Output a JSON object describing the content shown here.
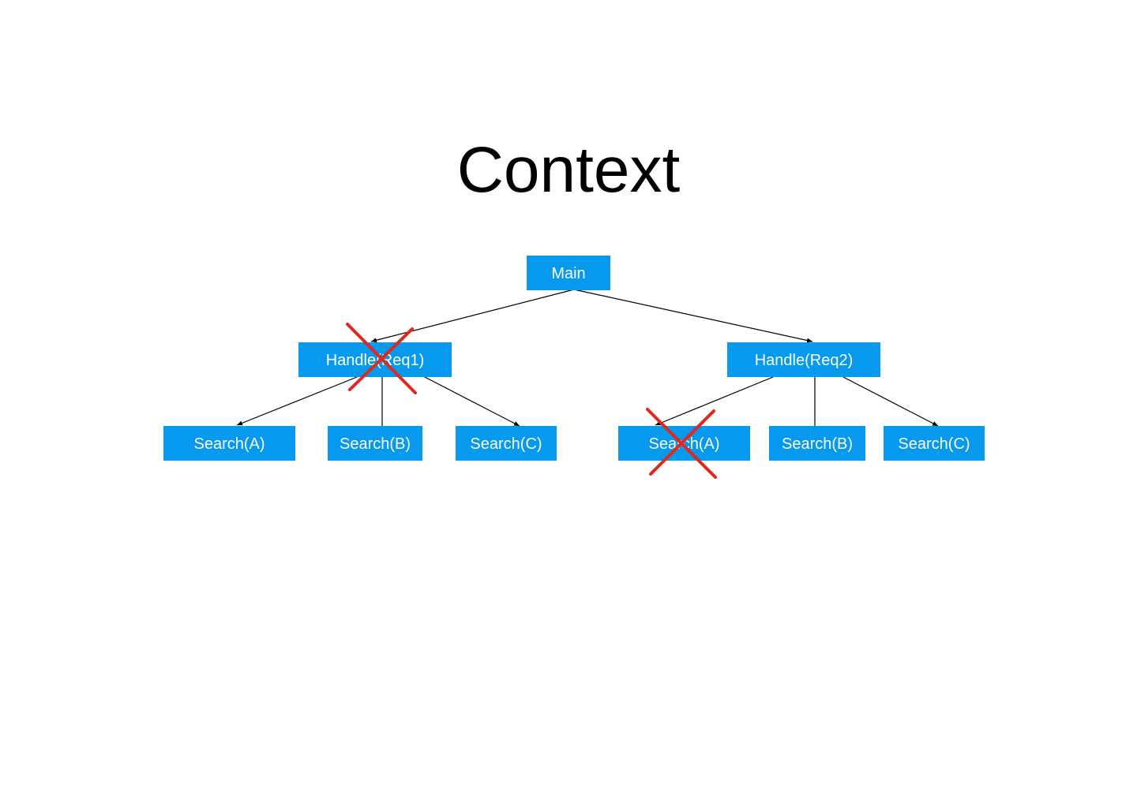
{
  "title": "Context",
  "diagram": {
    "colors": {
      "node_fill": "#0799ee",
      "node_text": "#ffffff",
      "edge": "#000000",
      "cancel_mark": "#e0281e"
    },
    "nodes": [
      {
        "id": "main",
        "label": "Main",
        "cancelled": false
      },
      {
        "id": "handle1",
        "label": "Handle(Req1)",
        "cancelled": true
      },
      {
        "id": "handle2",
        "label": "Handle(Req2)",
        "cancelled": false
      },
      {
        "id": "h1_search_a",
        "label": "Search(A)",
        "cancelled": false
      },
      {
        "id": "h1_search_b",
        "label": "Search(B)",
        "cancelled": false
      },
      {
        "id": "h1_search_c",
        "label": "Search(C)",
        "cancelled": false
      },
      {
        "id": "h2_search_a",
        "label": "Search(A)",
        "cancelled": true
      },
      {
        "id": "h2_search_b",
        "label": "Search(B)",
        "cancelled": false
      },
      {
        "id": "h2_search_c",
        "label": "Search(C)",
        "cancelled": false
      }
    ],
    "edges": [
      {
        "from": "main",
        "to": "handle1"
      },
      {
        "from": "main",
        "to": "handle2"
      },
      {
        "from": "handle1",
        "to": "h1_search_a"
      },
      {
        "from": "handle1",
        "to": "h1_search_b"
      },
      {
        "from": "handle1",
        "to": "h1_search_c"
      },
      {
        "from": "handle2",
        "to": "h2_search_a"
      },
      {
        "from": "handle2",
        "to": "h2_search_b"
      },
      {
        "from": "handle2",
        "to": "h2_search_c"
      }
    ]
  }
}
